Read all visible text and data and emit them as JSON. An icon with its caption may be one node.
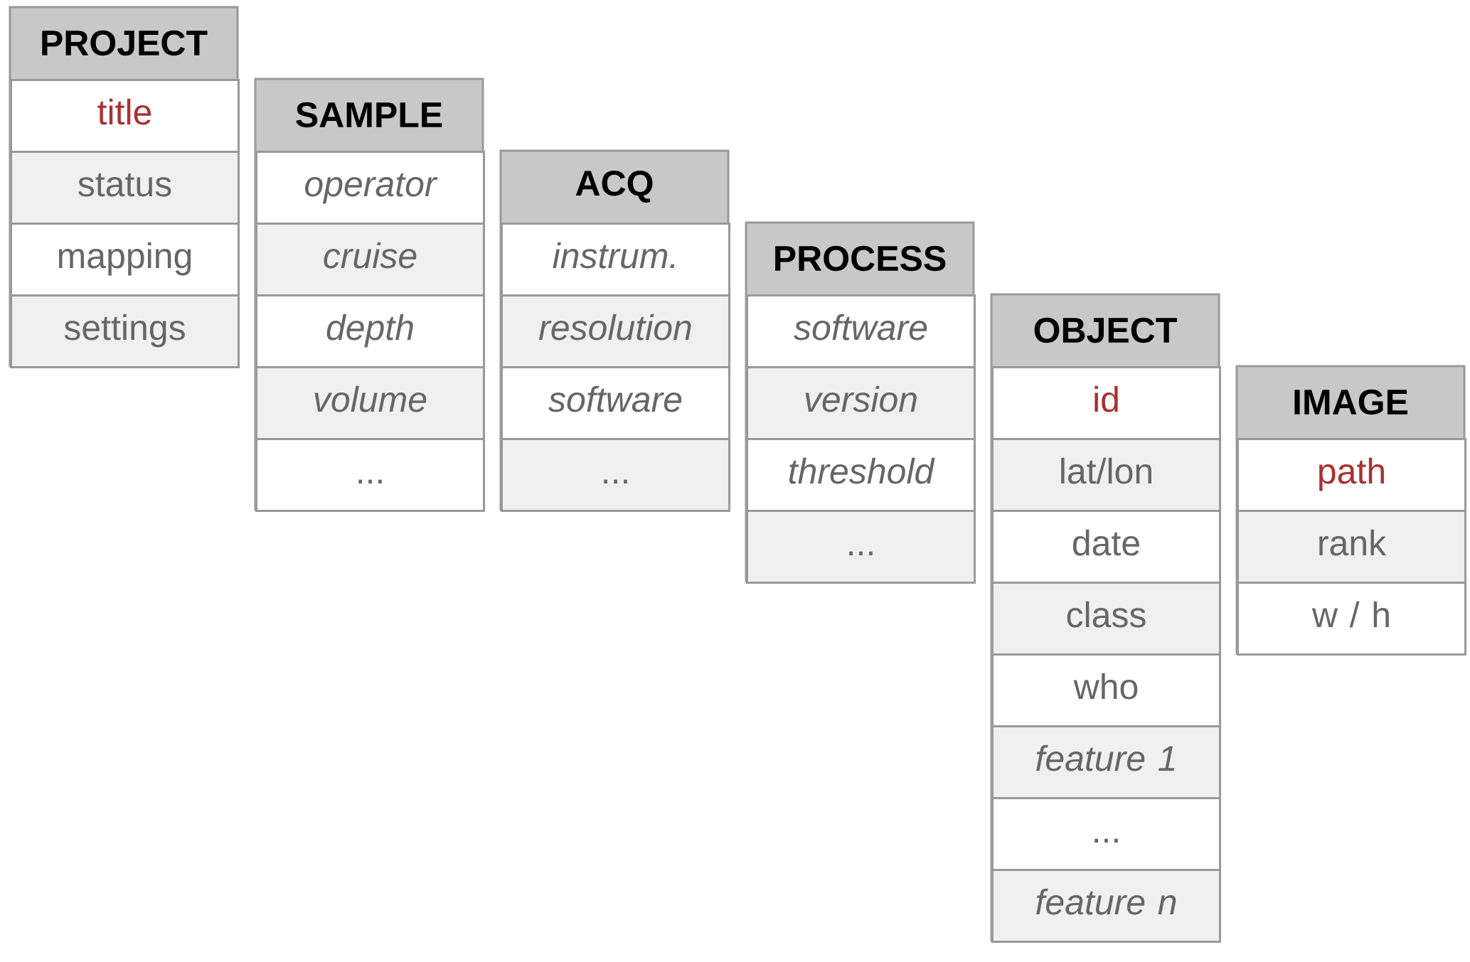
{
  "diagram": {
    "nodes": [
      {
        "text": [
          "PROJECT"
        ]
      },
      {
        "text": [
          "title"
        ],
        "in": 0
      },
      {
        "text": [
          "status"
        ],
        "in": 0
      },
      {
        "text": [
          "mapping"
        ],
        "in": 0
      },
      {
        "text": [
          "settings"
        ],
        "in": 0
      },
      {
        "text": [
          "SAMPLE"
        ]
      },
      {
        "text": [
          "operator"
        ],
        "in": 5
      },
      {
        "text": [
          "cruise"
        ],
        "in": 5
      },
      {
        "text": [
          "depth"
        ],
        "in": 5
      },
      {
        "text": [
          "volume"
        ],
        "in": 5
      },
      {
        "text": [
          "..."
        ],
        "in": 5
      },
      {
        "text": [
          "ACQ"
        ]
      },
      {
        "text": [
          "instrum."
        ],
        "in": 11
      },
      {
        "text": [
          "resolution"
        ],
        "in": 11
      },
      {
        "text": [
          "software"
        ],
        "in": 11
      },
      {
        "text": [
          "..."
        ],
        "in": 11
      },
      {
        "text": [
          "PROCESS"
        ]
      },
      {
        "text": [
          "software"
        ],
        "in": 16
      },
      {
        "text": [
          "version"
        ],
        "in": 16
      },
      {
        "text": [
          "threshold"
        ],
        "in": 16
      },
      {
        "text": [
          "..."
        ],
        "in": 16
      },
      {
        "text": [
          "OBJECT"
        ]
      },
      {
        "text": [
          "id"
        ],
        "in": 21
      },
      {
        "text": [
          "lat/lon"
        ],
        "in": 21
      },
      {
        "text": [
          "date"
        ],
        "in": 21
      },
      {
        "text": [
          "class"
        ],
        "in": 21
      },
      {
        "text": [
          "who"
        ],
        "in": 21
      },
      {
        "text": [
          "feature 1"
        ],
        "in": 21
      },
      {
        "text": [
          "..."
        ],
        "in": 21
      },
      {
        "text": [
          "feature n"
        ],
        "in": 21
      },
      {
        "text": [
          "IMAGE"
        ]
      },
      {
        "text": [
          "path"
        ],
        "in": 30
      },
      {
        "text": [
          "rank"
        ],
        "in": 30
      },
      {
        "text": [
          "w / h"
        ],
        "in": 30
      }
    ]
  }
}
